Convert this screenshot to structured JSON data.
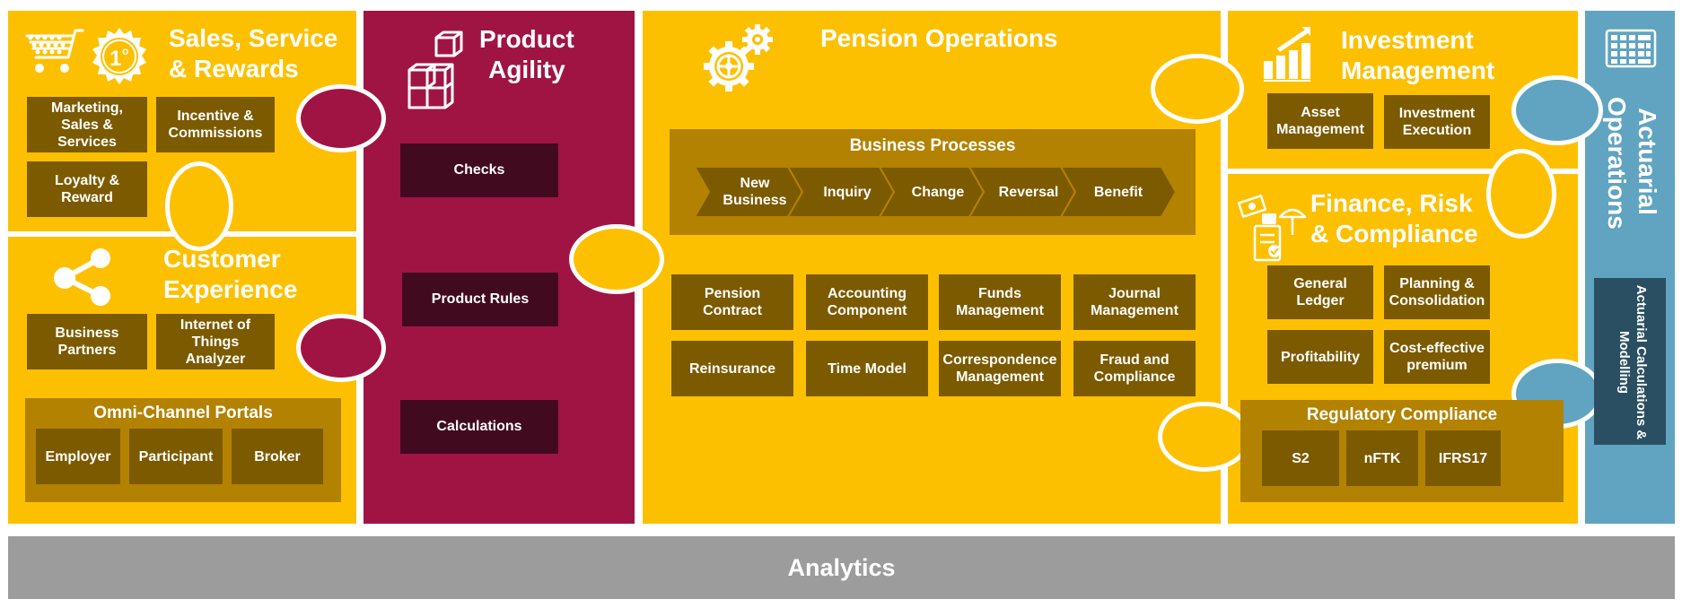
{
  "sales": {
    "title": "Sales, Service\n& Rewards",
    "items": [
      "Marketing,\nSales & Services",
      "Incentive &\nCommissions",
      "Loyalty &\nReward"
    ]
  },
  "customer": {
    "title": "Customer\nExperience",
    "items": [
      "Business\nPartners",
      "Internet of\nThings\nAnalyzer"
    ],
    "portals": {
      "title": "Omni-Channel Portals",
      "items": [
        "Employer",
        "Participant",
        "Broker"
      ]
    }
  },
  "product": {
    "title": "Product\nAgility",
    "items": [
      "Checks",
      "Product Rules",
      "Calculations"
    ]
  },
  "pension": {
    "title": "Pension Operations",
    "processes": {
      "title": "Business Processes",
      "steps": [
        "New\nBusiness",
        "Inquiry",
        "Change",
        "Reversal",
        "Benefit"
      ]
    },
    "items": [
      "Pension\nContract",
      "Accounting\nComponent",
      "Funds\nManagement",
      "Journal\nManagement",
      "Reinsurance",
      "Time Model",
      "Correspondence\nManagement",
      "Fraud and\nCompliance"
    ]
  },
  "investment": {
    "title": "Investment\nManagement",
    "items": [
      "Asset\nManagement",
      "Investment\nExecution"
    ]
  },
  "finance": {
    "title": "Finance, Risk\n& Compliance",
    "items": [
      "General Ledger",
      "Planning &\nConsolidation",
      "Profitability",
      "Cost-effective\npremium"
    ],
    "regulatory": {
      "title": "Regulatory Compliance",
      "items": [
        "S2",
        "nFTK",
        "IFRS17"
      ]
    }
  },
  "actuarial": {
    "title": "Actuarial\nOperations",
    "item": "Actuarial Calculations &\nModelling"
  },
  "analytics": {
    "label": "Analytics"
  },
  "colors": {
    "yellow": "#fdc000",
    "maroon": "#a01443",
    "blue": "#60a4c1",
    "grey": "#9c9c9c",
    "brown": "#7c5a00",
    "dark_maroon": "#420a1f",
    "dark_blue": "#2b4f62"
  },
  "icons": [
    "shopping-cart-icon",
    "first-place-badge-icon",
    "share-icon",
    "cubes-icon",
    "gears-icon",
    "growth-chart-icon",
    "finance-icon",
    "calculator-icon"
  ]
}
